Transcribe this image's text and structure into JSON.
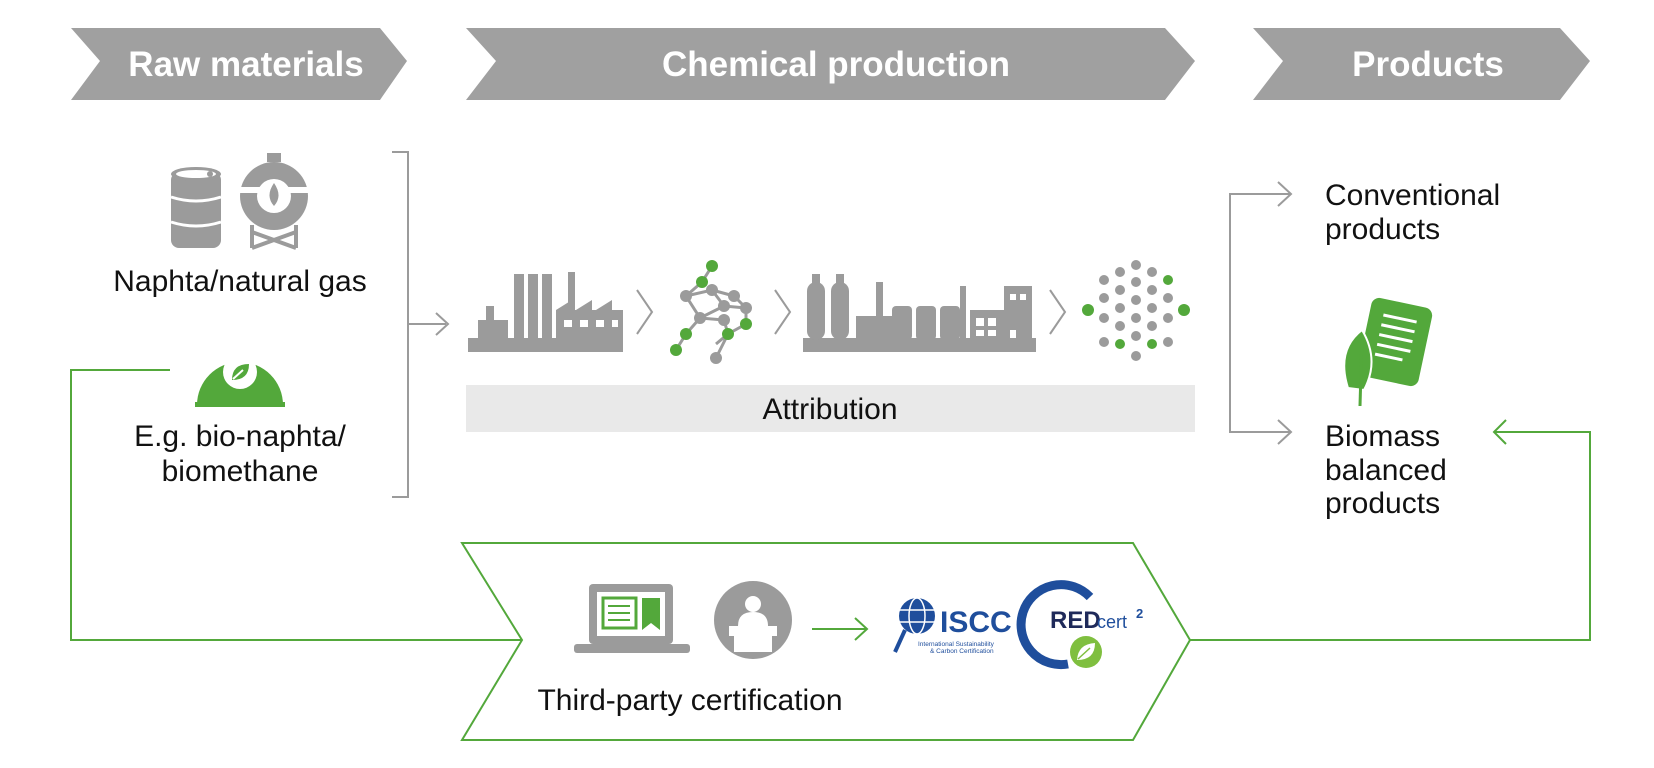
{
  "colors": {
    "header_gray": "#a0a0a0",
    "icon_gray": "#9b9b9b",
    "accent_green": "#53a83b",
    "text": "#111111",
    "attribution_bg": "#e9e9e9",
    "logo_blue": "#1f4e9c"
  },
  "headers": {
    "raw_materials": "Raw materials",
    "chemical_production": "Chemical production",
    "products": "Products"
  },
  "raw_materials": {
    "fossil_label": "Naphta/natural gas",
    "bio_label_line1": "E.g. bio-naphta/",
    "bio_label_line2": "biomethane",
    "fossil_icons": [
      "oil-barrel-icon",
      "gas-tank-icon"
    ],
    "bio_icon": "bio-tank-icon"
  },
  "chemical_production": {
    "steps": [
      "factory-icon",
      "molecule-network-icon",
      "refinery-plant-icon",
      "particle-cluster-icon"
    ],
    "attribution_label": "Attribution"
  },
  "products": {
    "conventional_line1": "Conventional",
    "conventional_line2": "products",
    "biomass_line1": "Biomass",
    "biomass_line2": "balanced",
    "biomass_line3": "products",
    "biomass_icon": "leaf-certificate-icon"
  },
  "certification": {
    "label": "Third-party certification",
    "icons": [
      "laptop-document-icon",
      "auditor-icon"
    ],
    "logos": {
      "iscc": "ISCC",
      "iscc_sub_line1": "International Sustainability",
      "iscc_sub_line2": "& Carbon Certification",
      "redcert_red": "RED",
      "redcert_cert": "cert",
      "redcert_sup": "2"
    }
  }
}
